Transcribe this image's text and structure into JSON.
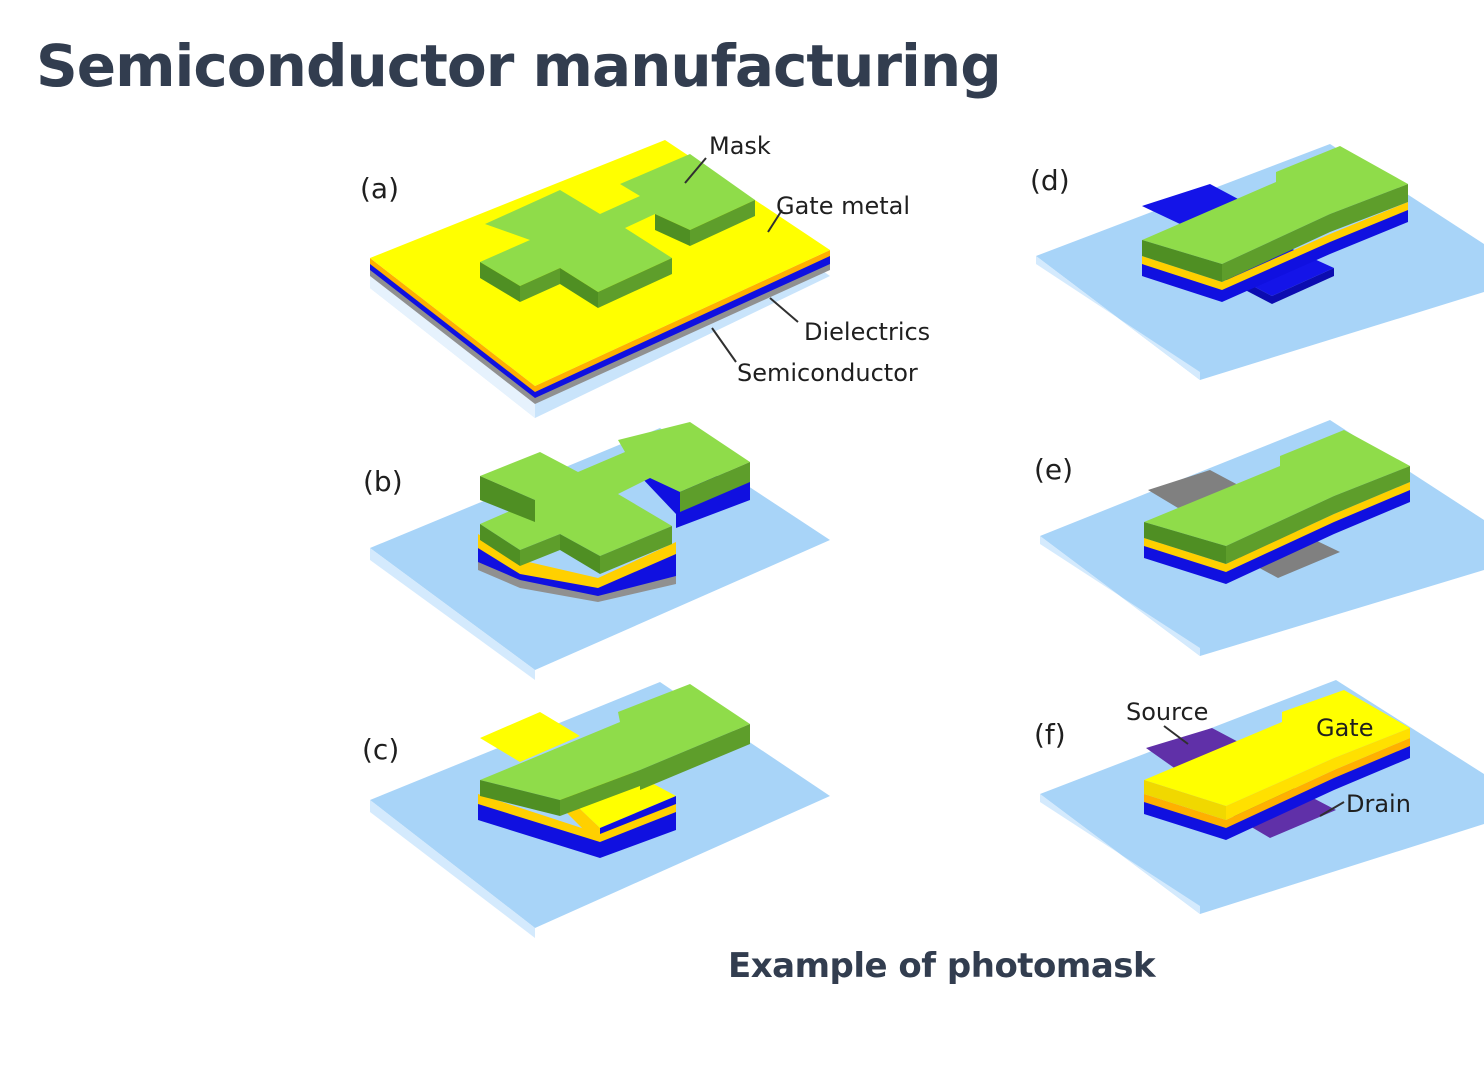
{
  "title": "Semiconductor manufacturing",
  "caption": "Example of photomask",
  "panels": {
    "a": "(a)",
    "b": "(b)",
    "c": "(c)",
    "d": "(d)",
    "e": "(e)",
    "f": "(f)"
  },
  "labels": {
    "mask": "Mask",
    "gate_metal": "Gate metal",
    "dielectrics": "Dielectrics",
    "semiconductor": "Semiconductor",
    "source": "Source",
    "gate": "Gate",
    "drain": "Drain"
  },
  "colors": {
    "mask": "#7fd13b",
    "gate_metal": "#ffff00",
    "dielectrics": "#ffd000",
    "semiconductor": "#1010e0",
    "substrate": "#a8d4f8",
    "etched_region": "#808080",
    "source_drain": "#6030a8",
    "text": "#323d4f"
  }
}
